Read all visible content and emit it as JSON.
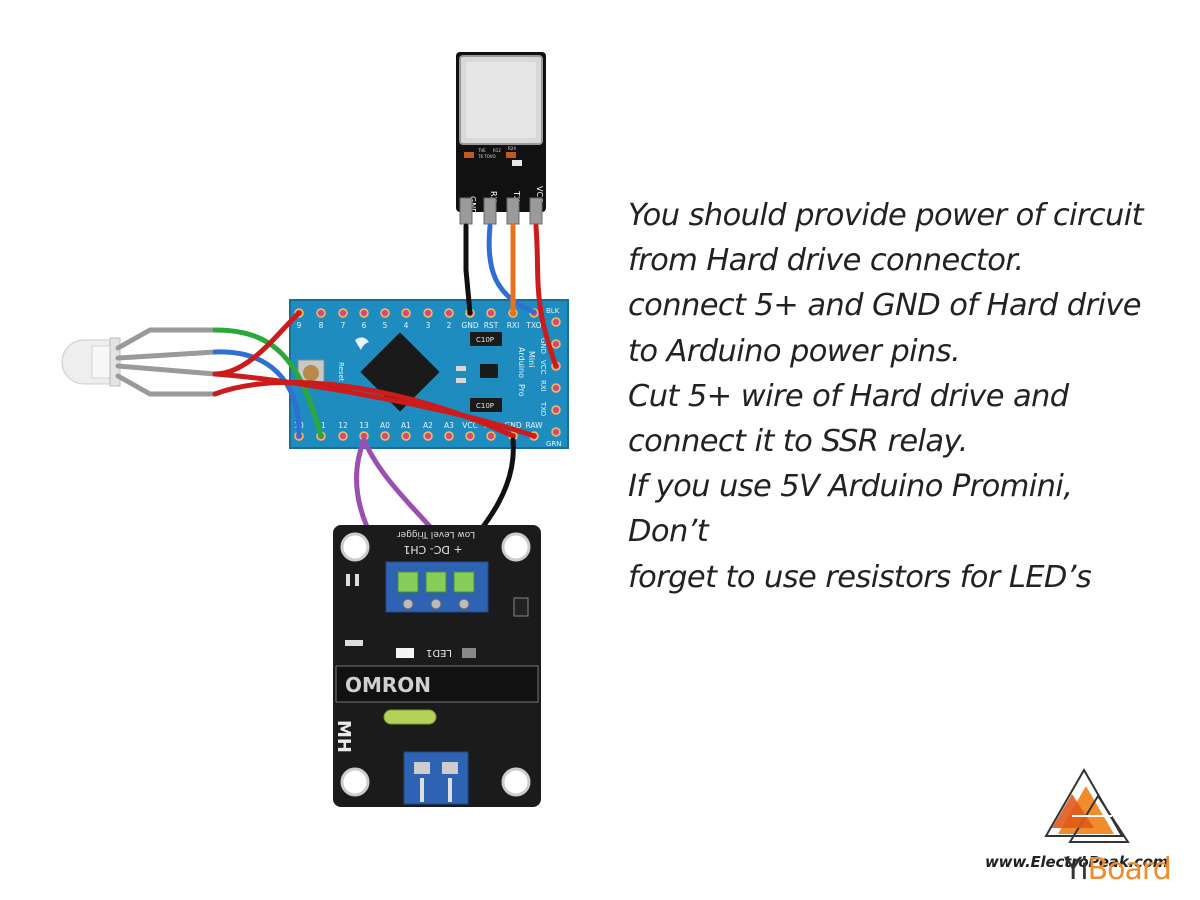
{
  "instructions": {
    "lines": [
      "You should provide power of circuit",
      "from Hard drive connector.",
      "connect 5+ and GND of Hard drive",
      "to Arduino power pins.",
      "Cut 5+ wire of Hard drive and",
      "connect it to SSR relay.",
      "If you use 5V Arduino Promini,",
      "Don’t",
      "forget to use resistors for LED’s"
    ]
  },
  "bluetooth_module": {
    "pins": [
      "GND",
      "RX",
      "TX",
      "VCC"
    ],
    "tiny_labels": [
      "TVE",
      "R12",
      "R24",
      "T6 TOVO"
    ]
  },
  "arduino": {
    "name": [
      "Arduino",
      "Pro",
      "Mini"
    ],
    "reset_label": "Reset",
    "top_pins": [
      "9",
      "8",
      "7",
      "6",
      "5",
      "4",
      "3",
      "2",
      "GND",
      "RST",
      "RXI",
      "TXO"
    ],
    "bottom_pins": [
      "10",
      "11",
      "12",
      "13",
      "A0",
      "A1",
      "A2",
      "A3",
      "VCC",
      "RST",
      "GND",
      "RAW"
    ],
    "side_pins": [
      "BLK",
      "GND",
      "VCC",
      "RXI",
      "TXO",
      "GRN"
    ],
    "chip_labels": [
      "C10P",
      "C10P"
    ]
  },
  "relay": {
    "trigger_label": "Low Level Trigger",
    "terminal_label": "+ DC- CH1",
    "led_label": "LED1",
    "brand": "OMRON",
    "mark": "MH"
  },
  "footer": {
    "url": "www.ElectroPeak.com",
    "brand_prefix": "Yi",
    "brand_suffix": "Board"
  },
  "colors": {
    "board_blue": "#1e8cbf",
    "wire_red": "#cc1b1b",
    "wire_green": "#2aa83a",
    "wire_blue": "#2f6fd3",
    "wire_orange": "#e8731c",
    "wire_black": "#111111",
    "wire_purple": "#9b4fb0",
    "logo_orange": "#f08c2e"
  }
}
